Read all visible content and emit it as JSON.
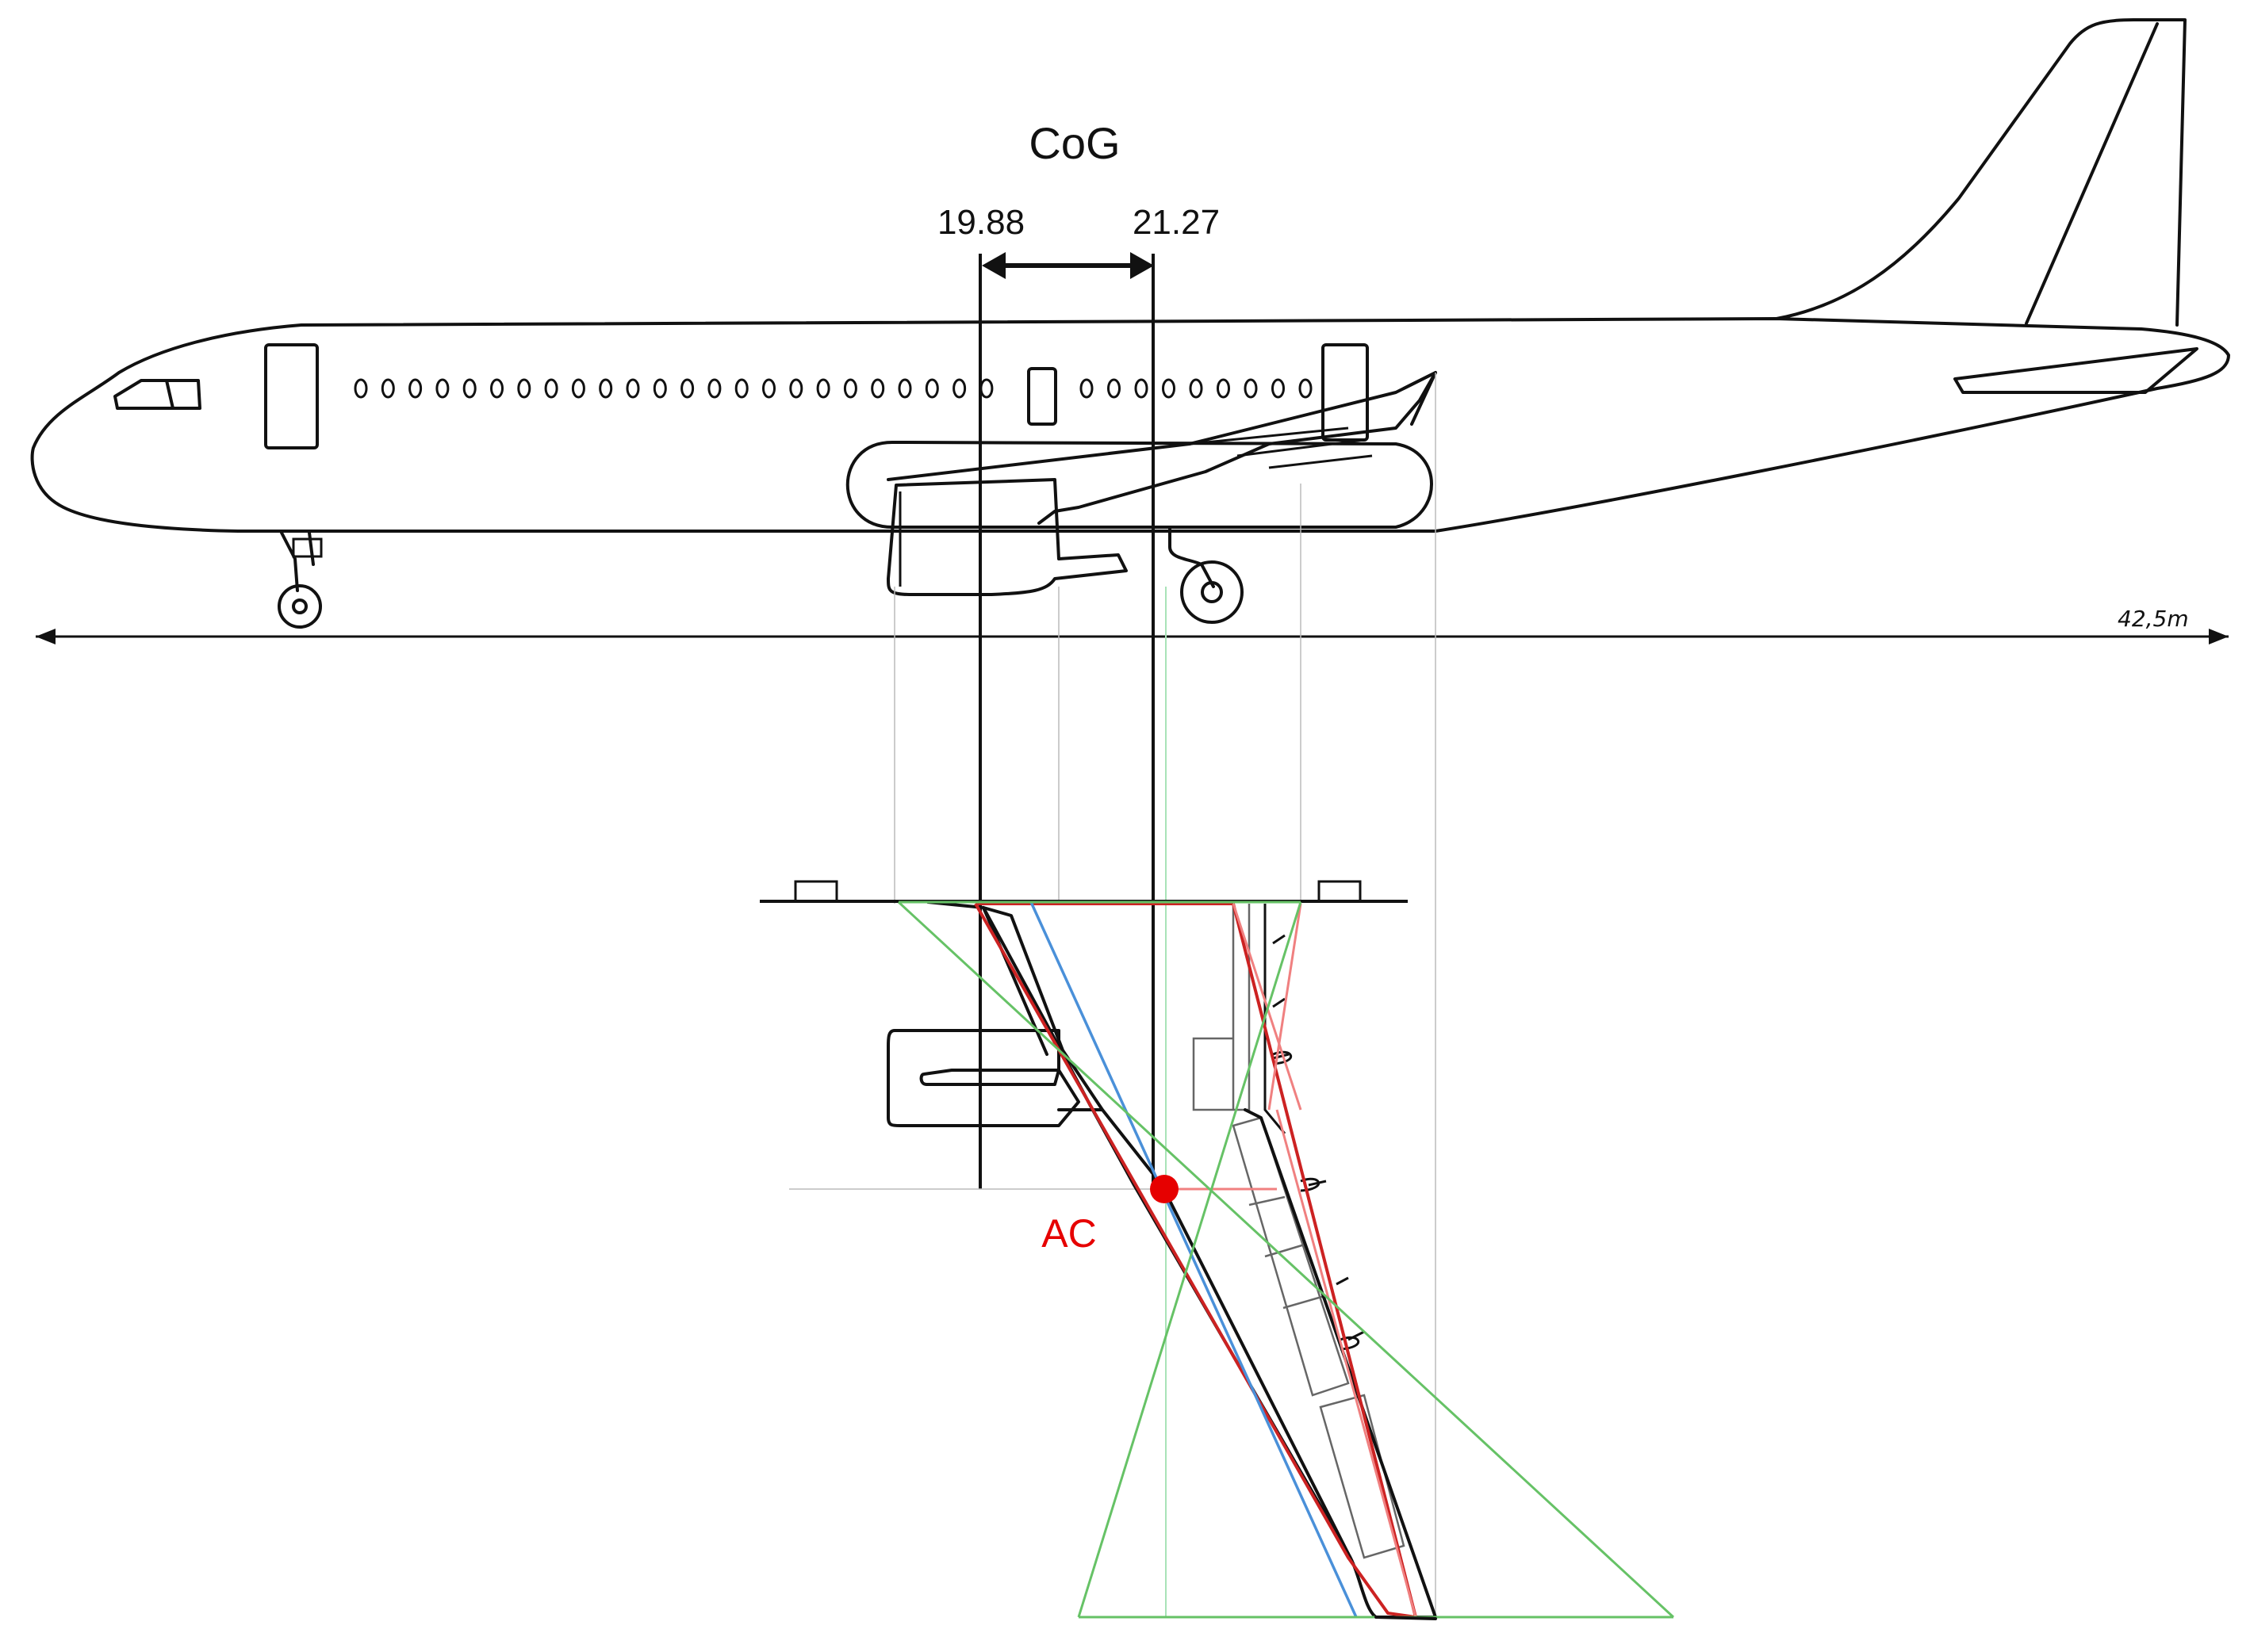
{
  "labels": {
    "cog_title": "CoG",
    "cog_forward": "19.88",
    "cog_aft": "21.27",
    "length": "42,5m",
    "ac": "AC"
  },
  "colors": {
    "outline": "#111111",
    "ac_marker": "#e60000",
    "red_construction": "#cc2222",
    "blue_construction": "#4a90d9",
    "green_construction": "#66c266",
    "pink_construction": "#f08080",
    "guide_lines": "#bbbbbb"
  }
}
